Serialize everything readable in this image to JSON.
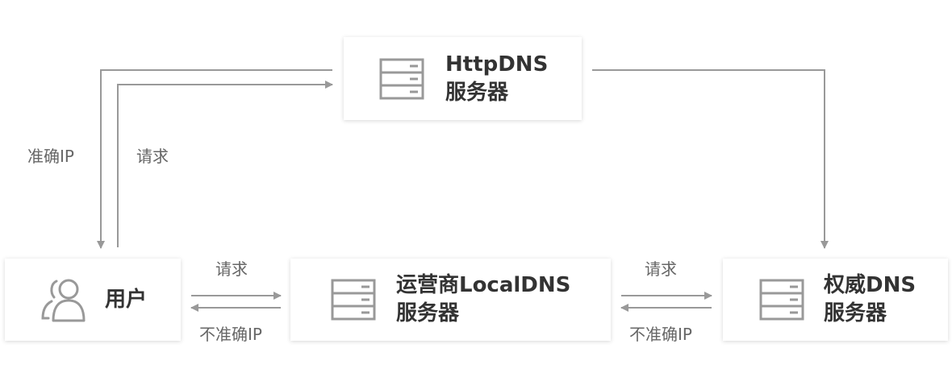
{
  "nodes": {
    "httpdns": {
      "line1": "HttpDNS",
      "line2": "服务器",
      "icon": "server-icon"
    },
    "user": {
      "label": "用户",
      "icon": "user-icon"
    },
    "local_dns": {
      "line1": "运营商LocalDNS",
      "line2": "服务器",
      "icon": "server-icon"
    },
    "auth_dns": {
      "line1": "权威DNS",
      "line2": "服务器",
      "icon": "server-icon"
    }
  },
  "edges": {
    "httpdns_to_user": "准确IP",
    "user_to_httpdns": "请求",
    "user_to_local": "请求",
    "local_to_user": "不准确IP",
    "local_to_auth": "请求",
    "auth_to_local": "不准确IP"
  },
  "colors": {
    "line": "#999999",
    "text": "#333333",
    "label": "#666666",
    "icon": "#999999"
  }
}
